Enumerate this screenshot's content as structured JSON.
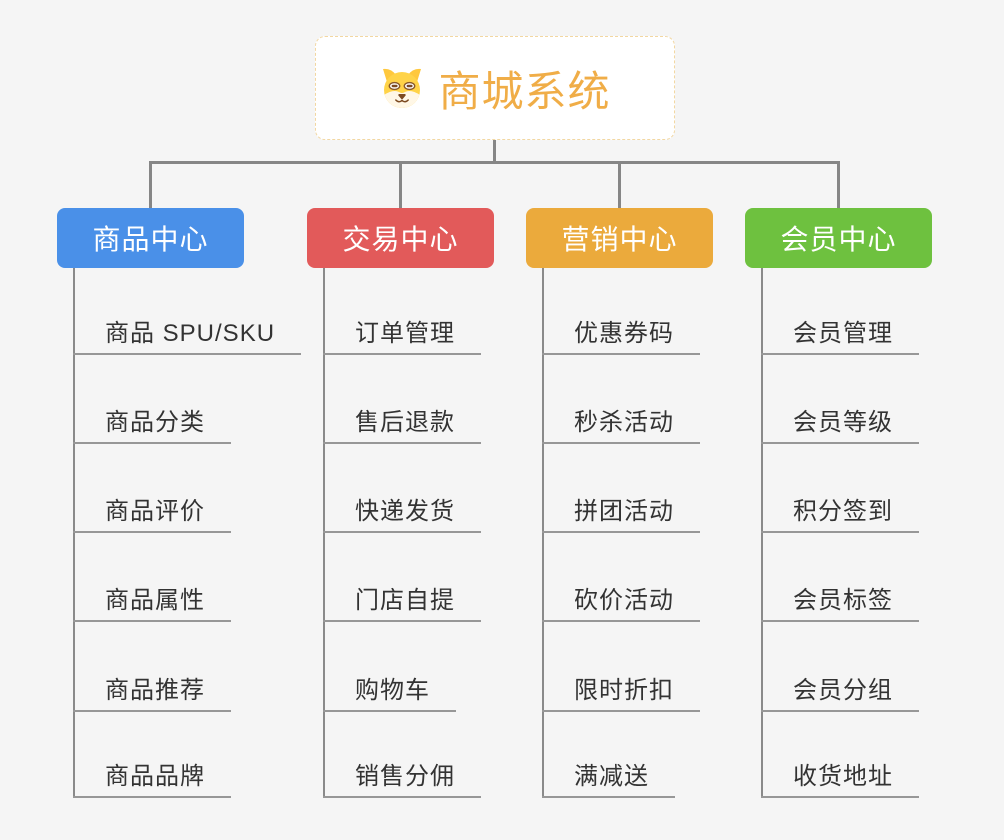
{
  "app": {
    "background_color": "#f5f5f5",
    "connector_color": "#868686",
    "underline_color": "#979797",
    "leaf_text_color": "#333333"
  },
  "root": {
    "label": "商城系统",
    "icon": "dog-face-icon",
    "text_color": "#f0ad47",
    "border_color": "#f2d7a2",
    "background": "#ffffff"
  },
  "branches": [
    {
      "label": "商品中心",
      "color": "#4a90e8",
      "text_color": "#ffffff",
      "items": [
        "商品 SPU/SKU",
        "商品分类",
        "商品评价",
        "商品属性",
        "商品推荐",
        "商品品牌"
      ]
    },
    {
      "label": "交易中心",
      "color": "#e25a5a",
      "text_color": "#ffffff",
      "items": [
        "订单管理",
        "售后退款",
        "快递发货",
        "门店自提",
        "购物车",
        "销售分佣"
      ]
    },
    {
      "label": "营销中心",
      "color": "#ebaa3c",
      "text_color": "#ffffff",
      "items": [
        "优惠券码",
        "秒杀活动",
        "拼团活动",
        "砍价活动",
        "限时折扣",
        "满减送"
      ]
    },
    {
      "label": "会员中心",
      "color": "#6ec13f",
      "text_color": "#ffffff",
      "items": [
        "会员管理",
        "会员等级",
        "积分签到",
        "会员标签",
        "会员分组",
        "收货地址"
      ]
    }
  ]
}
